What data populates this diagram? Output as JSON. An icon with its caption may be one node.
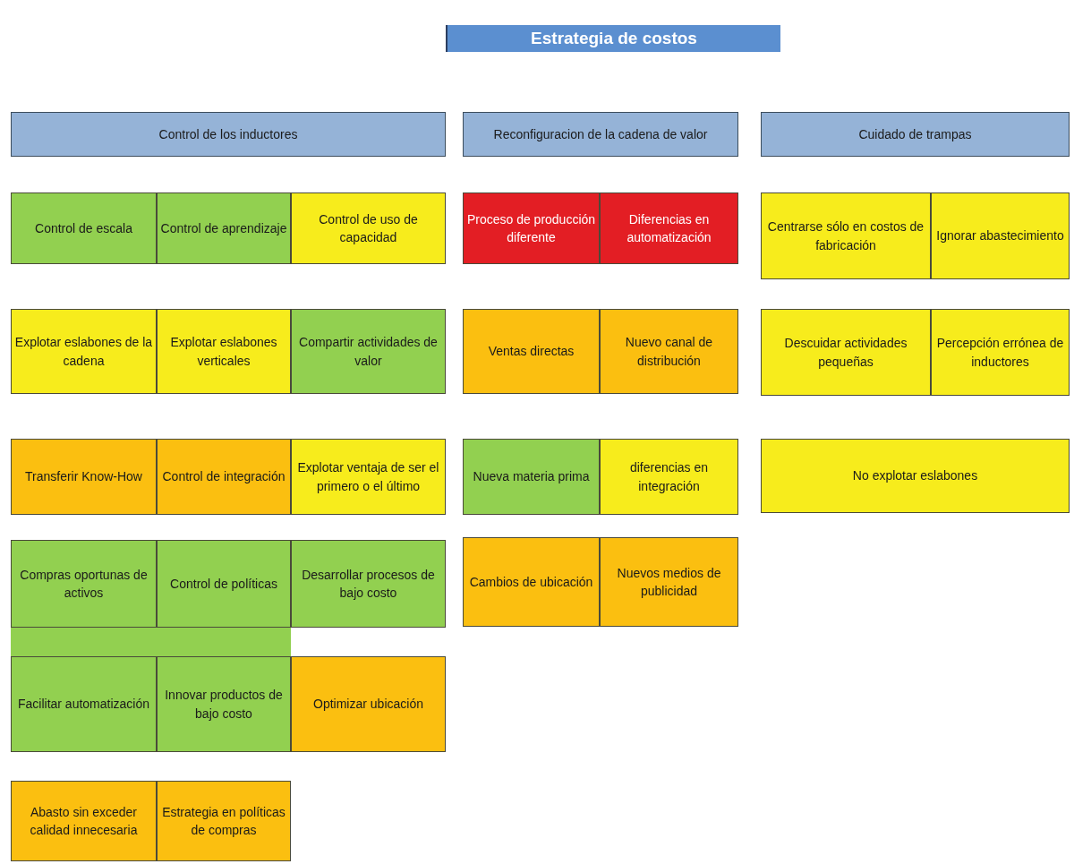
{
  "diagram": {
    "nodes": [
      {
        "text": [
          "Estrategia de costos"
        ]
      },
      {
        "text": [
          "Control de los inductores"
        ]
      },
      {
        "text": [
          "Reconfiguracion de la cadena de valor"
        ]
      },
      {
        "text": [
          "Cuidado de trampas"
        ]
      },
      {
        "text": [
          "Control de escala"
        ]
      },
      {
        "text": [
          "Control de aprendizaje"
        ]
      },
      {
        "text": [
          "Control de uso de capacidad"
        ]
      },
      {
        "text": [
          "Explotar eslabones de la cadena"
        ]
      },
      {
        "text": [
          "Explotar eslabones verticales"
        ]
      },
      {
        "text": [
          "Compartir actividades de valor"
        ]
      },
      {
        "text": [
          "Transferir Know-How"
        ]
      },
      {
        "text": [
          "Control de integración"
        ]
      },
      {
        "text": [
          "Explotar ventaja de ser el primero o el último"
        ]
      },
      {
        "text": [
          "Compras oportunas de activos"
        ]
      },
      {
        "text": [
          "Control de políticas"
        ]
      },
      {
        "text": [
          "Desarrollar procesos de bajo costo"
        ]
      },
      {
        "text": [],
        "shape": "bar"
      },
      {
        "text": [
          "Facilitar automatización"
        ]
      },
      {
        "text": [
          "Innovar productos de bajo costo"
        ]
      },
      {
        "text": [
          "Optimizar ubicación"
        ]
      },
      {
        "text": [
          "Abasto sin exceder calidad innecesaria"
        ]
      },
      {
        "text": [
          "Estrategia en políticas de compras"
        ]
      },
      {
        "text": [
          "Proceso de producción diferente"
        ]
      },
      {
        "text": [
          "Diferencias en automatización"
        ]
      },
      {
        "text": [
          "Ventas directas"
        ]
      },
      {
        "text": [
          "Nuevo canal de distribución"
        ]
      },
      {
        "text": [
          "Nueva materia prima"
        ]
      },
      {
        "text": [
          "diferencias en integración"
        ]
      },
      {
        "text": [
          "Cambios de ubicación"
        ]
      },
      {
        "text": [
          "Nuevos medios de publicidad"
        ]
      },
      {
        "text": [
          "Centrarse sólo en costos de fabricación"
        ]
      },
      {
        "text": [
          "Ignorar abastecimiento"
        ]
      },
      {
        "text": [
          "Descuidar actividades pequeñas"
        ]
      },
      {
        "text": [
          "Percepción errónea de inductores"
        ]
      },
      {
        "text": [
          "No explotar eslabones"
        ]
      }
    ]
  }
}
